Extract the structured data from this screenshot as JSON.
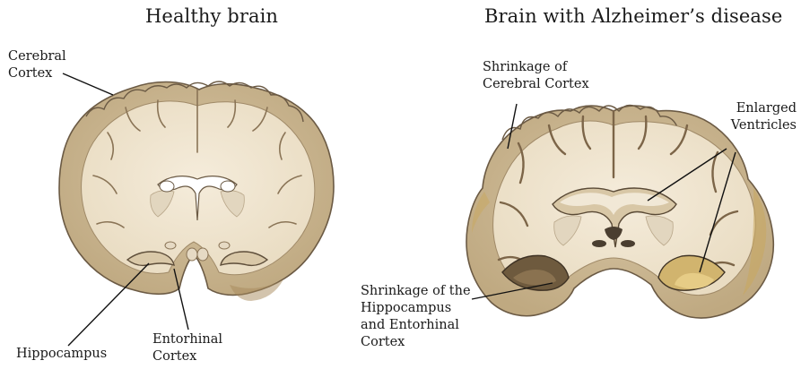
{
  "titles": {
    "healthy": "Healthy brain",
    "alzheimers": "Brain with Alzheimer’s disease"
  },
  "labels": {
    "cerebral_cortex": [
      "Cerebral",
      "Cortex"
    ],
    "hippocampus": "Hippocampus",
    "entorhinal_cortex": [
      "Entorhinal",
      "Cortex"
    ],
    "shrinkage_cortex": [
      "Shrinkage of",
      "Cerebral Cortex"
    ],
    "enlarged_ventricles": [
      "Enlarged",
      "Ventricles"
    ],
    "shrinkage_hippocampus": [
      "Shrinkage of the",
      "Hippocampus",
      "and Entorhinal",
      "Cortex"
    ]
  },
  "colors": {
    "white_matter": "#f0e6d2",
    "gray_matter": "#cbb896",
    "outline": "#6b5a44",
    "ventricle": "#ffffff",
    "ventricle_dark": "#4a3e30",
    "sulcus": "#8a7456"
  }
}
